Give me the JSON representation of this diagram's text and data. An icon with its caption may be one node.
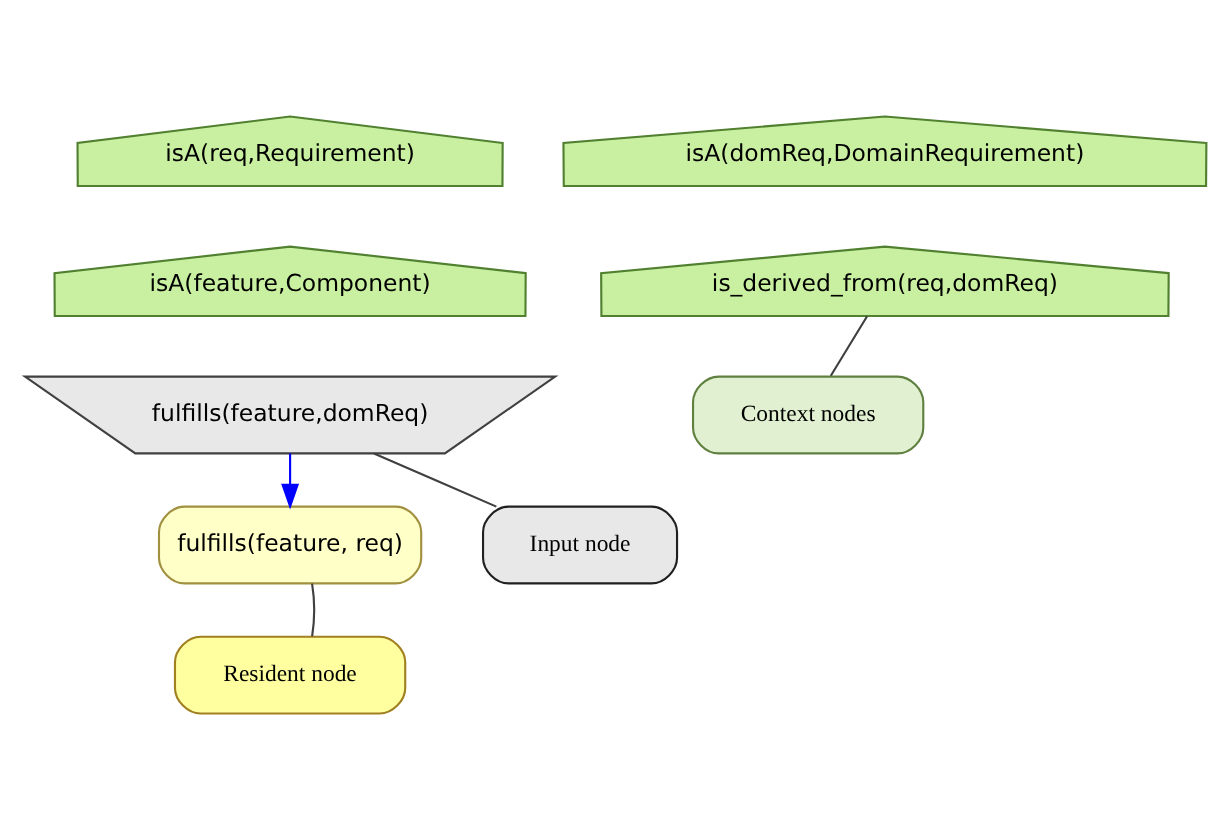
{
  "diagram": {
    "nodes": [
      {
        "text": [
          "isA(req,Requirement)"
        ]
      },
      {
        "text": [
          "isA(domReq,DomainRequirement)"
        ]
      },
      {
        "text": [
          "isA(feature,Component)"
        ]
      },
      {
        "text": [
          "is_derived_from(req,domReq)"
        ]
      },
      {
        "text": [
          "fulfills(feature,domReq)"
        ]
      },
      {
        "text": [
          "fulfills(feature, req)"
        ]
      },
      {
        "text": [
          "Context nodes"
        ]
      },
      {
        "text": [
          "Input node"
        ]
      },
      {
        "text": [
          "Resident node"
        ]
      }
    ],
    "edges": [
      {
        "from": 4,
        "to": 5,
        "arrow": "to",
        "color": "#0000ff"
      },
      {
        "from": 6,
        "to": 3,
        "arrow": "none"
      },
      {
        "from": 7,
        "to": 4,
        "arrow": "none"
      },
      {
        "from": 8,
        "to": 5,
        "arrow": "none"
      }
    ]
  }
}
